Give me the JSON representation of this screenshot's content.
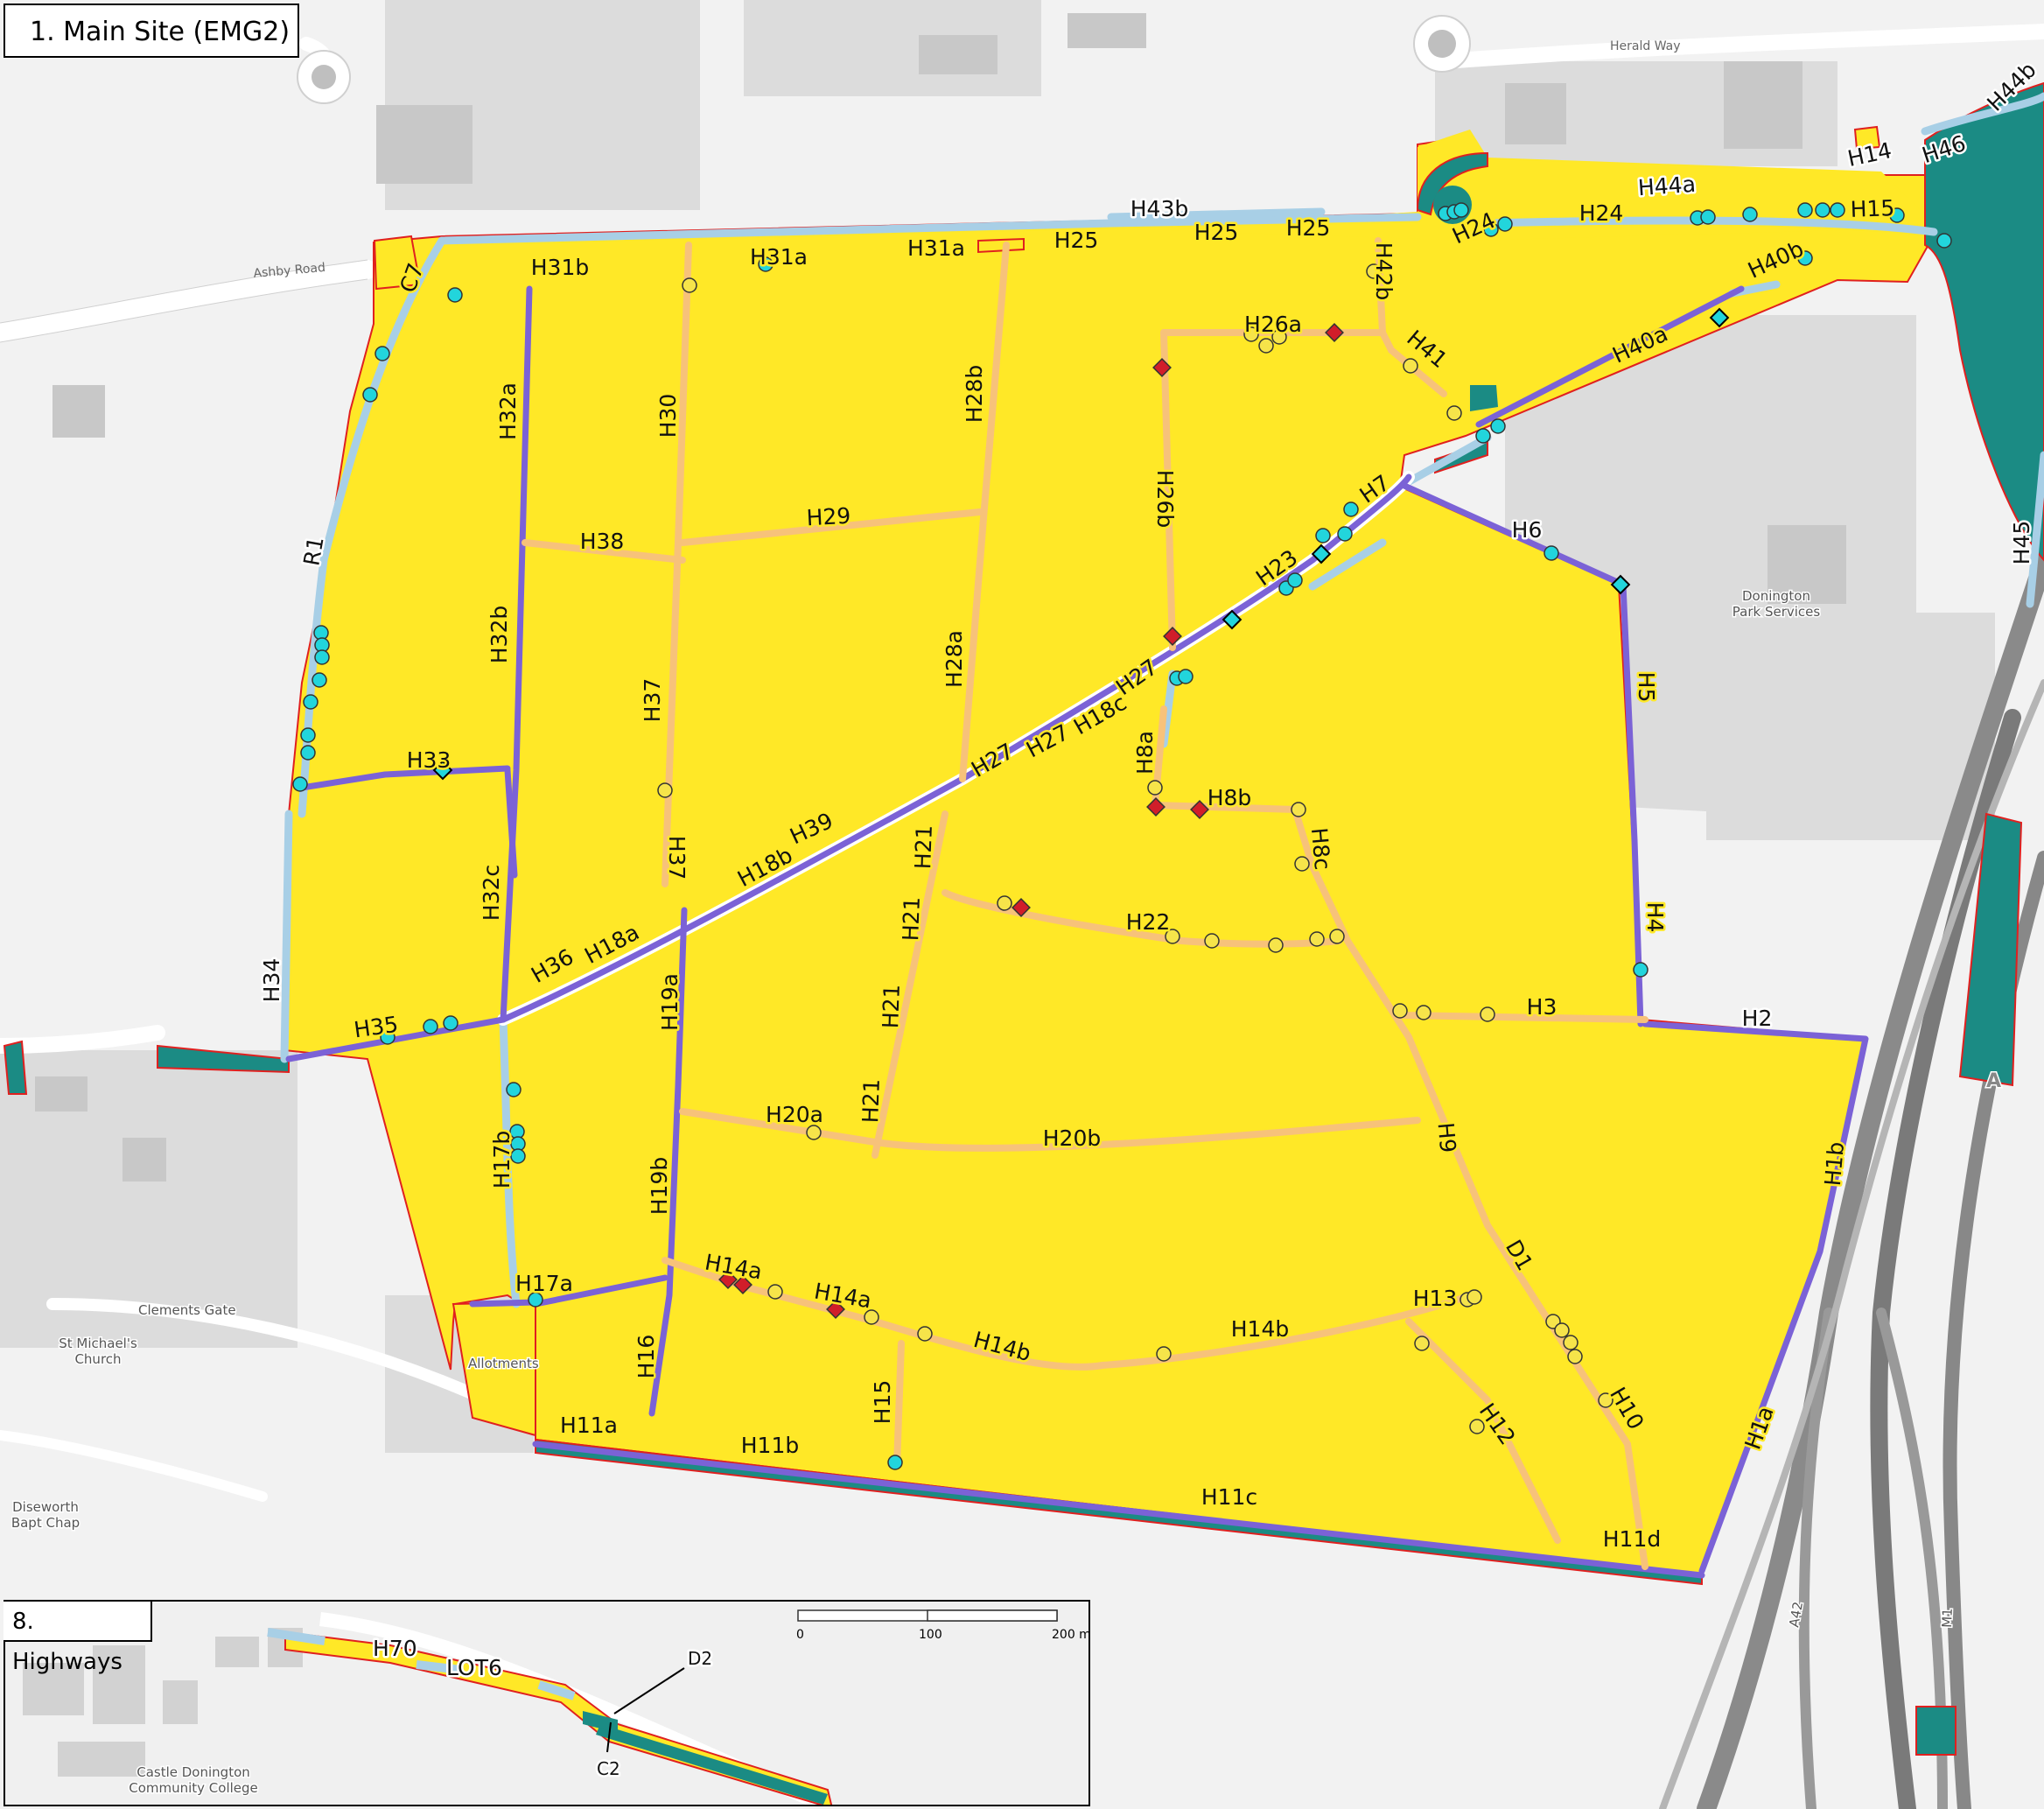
{
  "titles": {
    "main": "1. Main Site (EMG2)",
    "inset": "8. Highways"
  },
  "colors": {
    "site": "#ffe827",
    "purple": "#7b62d6",
    "orange": "#f7c27a",
    "lightblue": "#a8cfe6",
    "teal": "#1b8b84",
    "cyan": "#22d5dc",
    "yellowDot": "#f6e44a",
    "red": "#d11e2a",
    "boundary": "#e0201f"
  },
  "place_labels": {
    "ashby_road": "Ashby Road",
    "herald_way": "Herald Way",
    "donington": "Donington\nPark Services",
    "clements_gate": "Clements Gate",
    "st_michaels": "St Michael's\nChurch",
    "allotments": "Allotments",
    "diseworth": "Diseworth\nBapt Chap",
    "a42": "A42",
    "m1": "M1",
    "castle_donington": "Castle Donington\nCommunity College",
    "a": "A"
  },
  "segment_labels": [
    {
      "id": "C7",
      "text": "C7"
    },
    {
      "id": "H31b",
      "text": "H31b"
    },
    {
      "id": "H31a_1",
      "text": "H31a"
    },
    {
      "id": "H31a_2",
      "text": "H31a"
    },
    {
      "id": "H25_1",
      "text": "H25"
    },
    {
      "id": "H43b",
      "text": "H43b"
    },
    {
      "id": "H25_2",
      "text": "H25"
    },
    {
      "id": "H25_3",
      "text": "H25"
    },
    {
      "id": "H24_1",
      "text": "H24"
    },
    {
      "id": "H24_2",
      "text": "H24"
    },
    {
      "id": "H44a",
      "text": "H44a"
    },
    {
      "id": "H14_top",
      "text": "H14"
    },
    {
      "id": "H46",
      "text": "H46"
    },
    {
      "id": "H44b",
      "text": "H44b"
    },
    {
      "id": "H15_top",
      "text": "H15"
    },
    {
      "id": "H40b",
      "text": "H40b"
    },
    {
      "id": "H40a",
      "text": "H40a"
    },
    {
      "id": "H42b",
      "text": "H42b"
    },
    {
      "id": "H41",
      "text": "H41"
    },
    {
      "id": "H26a",
      "text": "H26a"
    },
    {
      "id": "H26b",
      "text": "H26b"
    },
    {
      "id": "H32a",
      "text": "H32a"
    },
    {
      "id": "H30",
      "text": "H30"
    },
    {
      "id": "H28b",
      "text": "H28b"
    },
    {
      "id": "R1",
      "text": "R1"
    },
    {
      "id": "H38",
      "text": "H38"
    },
    {
      "id": "H29",
      "text": "H29"
    },
    {
      "id": "H7",
      "text": "H7"
    },
    {
      "id": "H6",
      "text": "H6"
    },
    {
      "id": "H23",
      "text": "H23"
    },
    {
      "id": "H45",
      "text": "H45"
    },
    {
      "id": "H32b",
      "text": "H32b"
    },
    {
      "id": "H37_1",
      "text": "H37"
    },
    {
      "id": "H28a",
      "text": "H28a"
    },
    {
      "id": "H27_1",
      "text": "H27"
    },
    {
      "id": "H18c",
      "text": "H18c"
    },
    {
      "id": "H27_2",
      "text": "H27"
    },
    {
      "id": "H27_3",
      "text": "H27"
    },
    {
      "id": "H5",
      "text": "H5"
    },
    {
      "id": "H33",
      "text": "H33"
    },
    {
      "id": "H8a",
      "text": "H8a"
    },
    {
      "id": "H8b",
      "text": "H8b"
    },
    {
      "id": "H39",
      "text": "H39"
    },
    {
      "id": "H18b",
      "text": "H18b"
    },
    {
      "id": "H37_2",
      "text": "H37"
    },
    {
      "id": "H21_1",
      "text": "H21"
    },
    {
      "id": "H8c",
      "text": "H8c"
    },
    {
      "id": "H32c",
      "text": "H32c"
    },
    {
      "id": "H21_2",
      "text": "H21"
    },
    {
      "id": "H22",
      "text": "H22"
    },
    {
      "id": "H4",
      "text": "H4"
    },
    {
      "id": "H18a",
      "text": "H18a"
    },
    {
      "id": "H36",
      "text": "H36"
    },
    {
      "id": "H19a",
      "text": "H19a"
    },
    {
      "id": "H34",
      "text": "H34"
    },
    {
      "id": "H21_3",
      "text": "H21"
    },
    {
      "id": "H3",
      "text": "H3"
    },
    {
      "id": "H2",
      "text": "H2"
    },
    {
      "id": "H35",
      "text": "H35"
    },
    {
      "id": "H21_4",
      "text": "H21"
    },
    {
      "id": "H20a",
      "text": "H20a"
    },
    {
      "id": "H20b",
      "text": "H20b"
    },
    {
      "id": "H9",
      "text": "H9"
    },
    {
      "id": "H17b",
      "text": "H17b"
    },
    {
      "id": "H19b",
      "text": "H19b"
    },
    {
      "id": "H1b",
      "text": "H1b"
    },
    {
      "id": "D1",
      "text": "D1"
    },
    {
      "id": "H14a_1",
      "text": "H14a"
    },
    {
      "id": "H17a",
      "text": "H17a"
    },
    {
      "id": "H14a_2",
      "text": "H14a"
    },
    {
      "id": "H13",
      "text": "H13"
    },
    {
      "id": "H14b_1",
      "text": "H14b"
    },
    {
      "id": "H14b_2",
      "text": "H14b"
    },
    {
      "id": "H16",
      "text": "H16"
    },
    {
      "id": "H15",
      "text": "H15"
    },
    {
      "id": "H12",
      "text": "H12"
    },
    {
      "id": "H10",
      "text": "H10"
    },
    {
      "id": "H1a",
      "text": "H1a"
    },
    {
      "id": "H11a",
      "text": "H11a"
    },
    {
      "id": "H11b",
      "text": "H11b"
    },
    {
      "id": "H11c",
      "text": "H11c"
    },
    {
      "id": "H11d",
      "text": "H11d"
    }
  ],
  "inset_labels": {
    "h70": "H70",
    "lot6": "LOT6",
    "d2": "D2",
    "c2": "C2"
  },
  "scalebar": {
    "t0": "0",
    "t100": "100",
    "t200": "200 m"
  }
}
